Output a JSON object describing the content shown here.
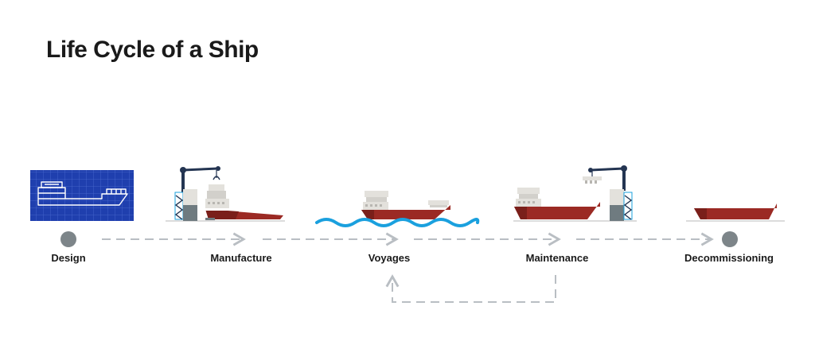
{
  "title": "Life Cycle of a Ship",
  "stages": [
    {
      "label": "Design"
    },
    {
      "label": "Manufacture"
    },
    {
      "label": "Voyages"
    },
    {
      "label": "Maintenance"
    },
    {
      "label": "Decommissioning"
    }
  ],
  "colors": {
    "hull": "#9b2a24",
    "hull_dark": "#7a1f1a",
    "blueprint": "#1f3fae",
    "crane": "#243552",
    "water": "#1aa0de",
    "dashed_line": "#b9bec3",
    "node": "#7d8589",
    "superstructure": "#e3e1dc",
    "equipment": "#6f7b80"
  }
}
